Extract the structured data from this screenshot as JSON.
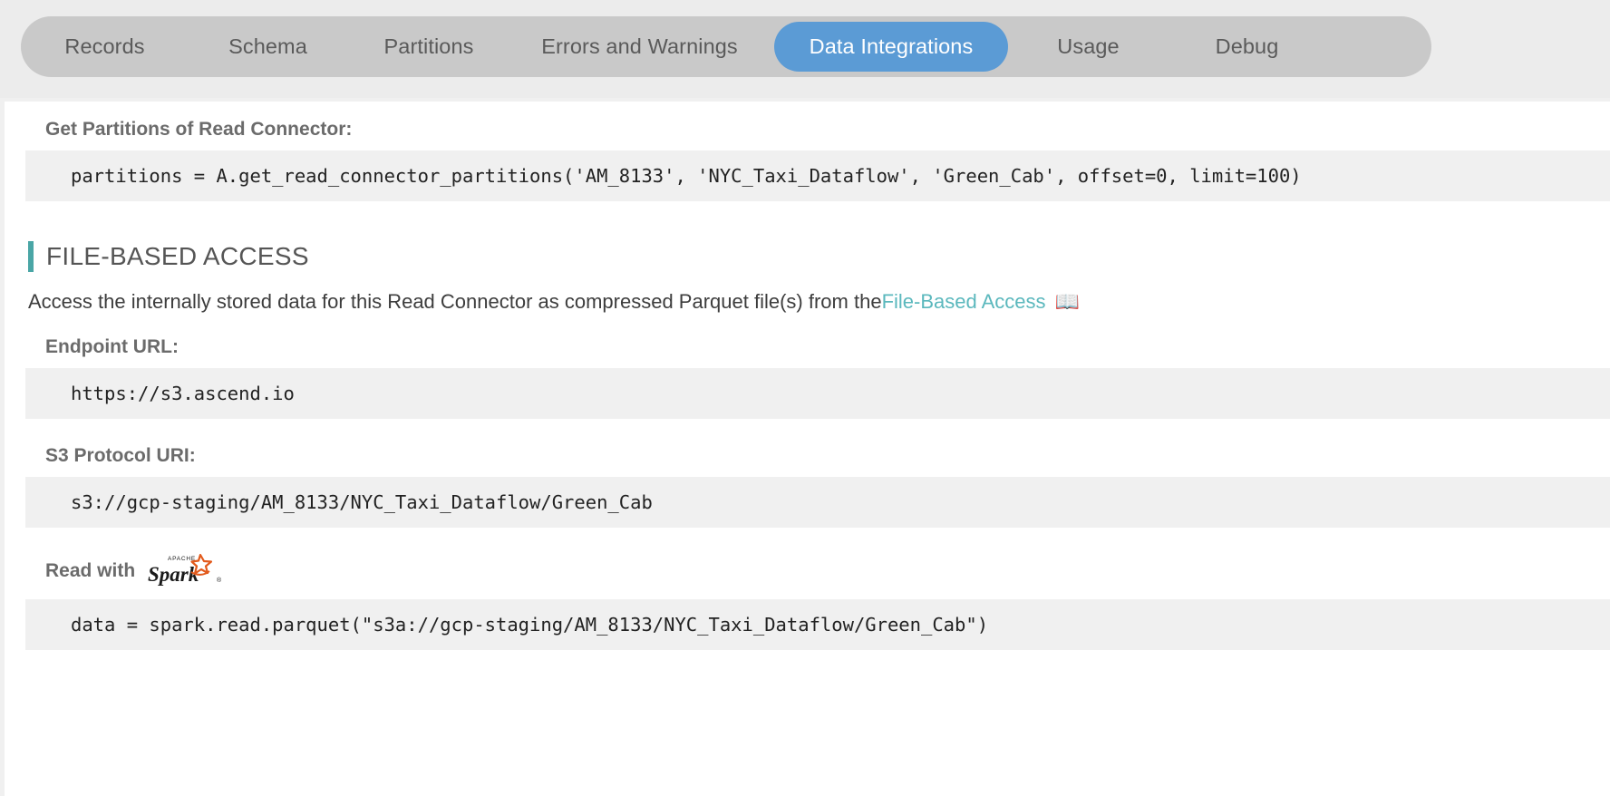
{
  "tabs": [
    {
      "label": "Records",
      "active": false
    },
    {
      "label": "Schema",
      "active": false
    },
    {
      "label": "Partitions",
      "active": false
    },
    {
      "label": "Errors and Warnings",
      "active": false
    },
    {
      "label": "Data Integrations",
      "active": true
    },
    {
      "label": "Usage",
      "active": false
    },
    {
      "label": "Debug",
      "active": false
    }
  ],
  "sections": {
    "get_partitions": {
      "label": "Get Partitions of Read Connector:",
      "code": "partitions = A.get_read_connector_partitions('AM_8133', 'NYC_Taxi_Dataflow', 'Green_Cab', offset=0, limit=100)"
    },
    "file_based_access": {
      "title": "FILE-BASED ACCESS",
      "accent_color": "#4aa6a6",
      "description_prefix": "Access the internally stored data for this Read Connector as compressed Parquet file(s) from the ",
      "link_text": "File-Based Access",
      "link_color": "#5bb8bd",
      "book_icon": "📖",
      "endpoint_label": "Endpoint URL:",
      "endpoint_value": "https://s3.ascend.io",
      "s3_label": "S3 Protocol URI:",
      "s3_value": "s3://gcp-staging/AM_8133/NYC_Taxi_Dataflow/Green_Cab",
      "read_with_label": "Read with",
      "spark_logo_alt": "Apache Spark",
      "spark_code": "data = spark.read.parquet(\"s3a://gcp-staging/AM_8133/NYC_Taxi_Dataflow/Green_Cab\")"
    }
  },
  "colors": {
    "active_tab": "#5b9bd5",
    "tabbar_pill": "#c9c9c9",
    "tabbar_background": "#ececec",
    "code_background": "#f0f0f0",
    "accent_teal": "#4aa6a6",
    "link_teal": "#5bb8bd"
  }
}
